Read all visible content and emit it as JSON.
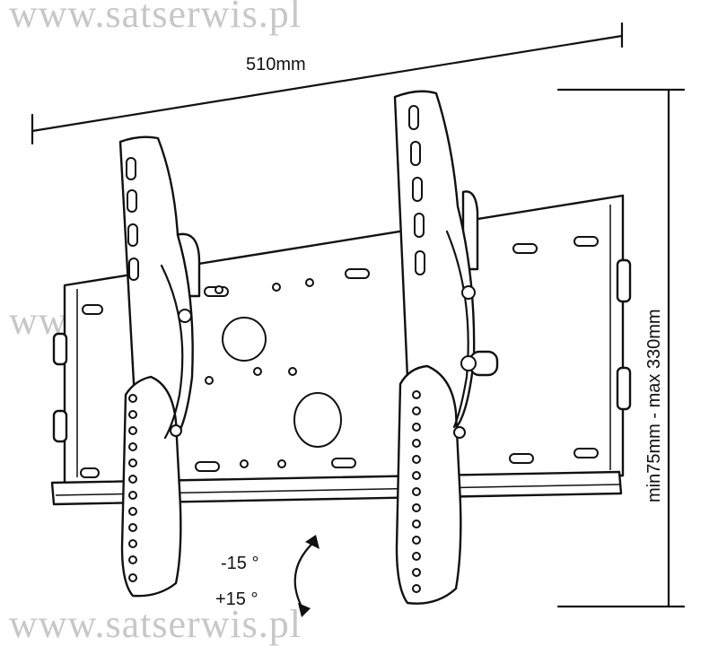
{
  "dimensions": {
    "width_label": "510mm",
    "height_label": "min75mm - max 330mm"
  },
  "tilt": {
    "minus_label": "-15 °",
    "plus_label": "+15 °"
  },
  "watermark": {
    "text": "www.satserwis.pl"
  }
}
